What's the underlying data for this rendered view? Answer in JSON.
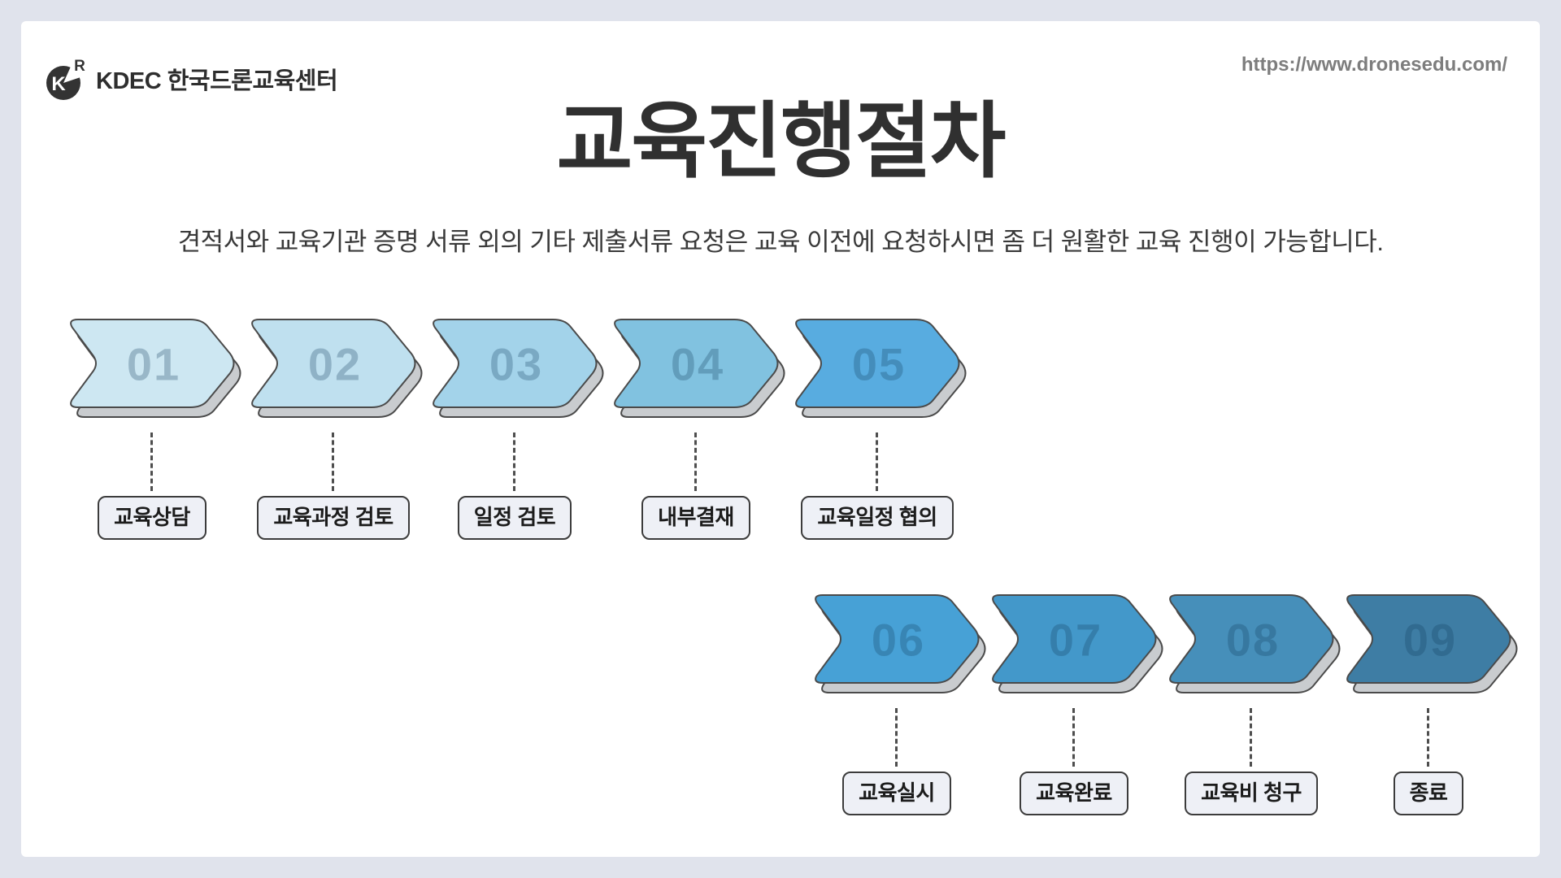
{
  "header": {
    "brand": "KDEC 한국드론교육센터",
    "logo": {
      "letter_main": "K",
      "letter_sub": "R"
    },
    "url": "https://www.dronesedu.com/"
  },
  "title": "교육진행절차",
  "subtitle": "견적서와 교육기관 증명 서류 외의 기타 제출서류 요청은 교육 이전에 요청하시면 좀 더 원활한 교육 진행이 가능합니다.",
  "colors": {
    "page_background": "#e0e3ec",
    "card_background": "#ffffff",
    "arrow_outline": "#4a4a4a",
    "arrow_base": "#c9cccf",
    "label_background": "#eef0f6",
    "label_border": "#3c3c3c"
  },
  "process": {
    "rows": [
      {
        "steps": [
          {
            "number": "01",
            "label": "교육상담",
            "color": "#cde7f2"
          },
          {
            "number": "02",
            "label": "교육과정 검토",
            "color": "#bfe0ef"
          },
          {
            "number": "03",
            "label": "일정 검토",
            "color": "#a3d3ea"
          },
          {
            "number": "04",
            "label": "내부결재",
            "color": "#81c2e0"
          },
          {
            "number": "05",
            "label": "교육일정 협의",
            "color": "#58ace0"
          }
        ]
      },
      {
        "steps": [
          {
            "number": "06",
            "label": "교육실시",
            "color": "#47a1d6"
          },
          {
            "number": "07",
            "label": "교육완료",
            "color": "#4398ca"
          },
          {
            "number": "08",
            "label": "교육비 청구",
            "color": "#468fba"
          },
          {
            "number": "09",
            "label": "종료",
            "color": "#3e7da4"
          }
        ]
      }
    ]
  }
}
